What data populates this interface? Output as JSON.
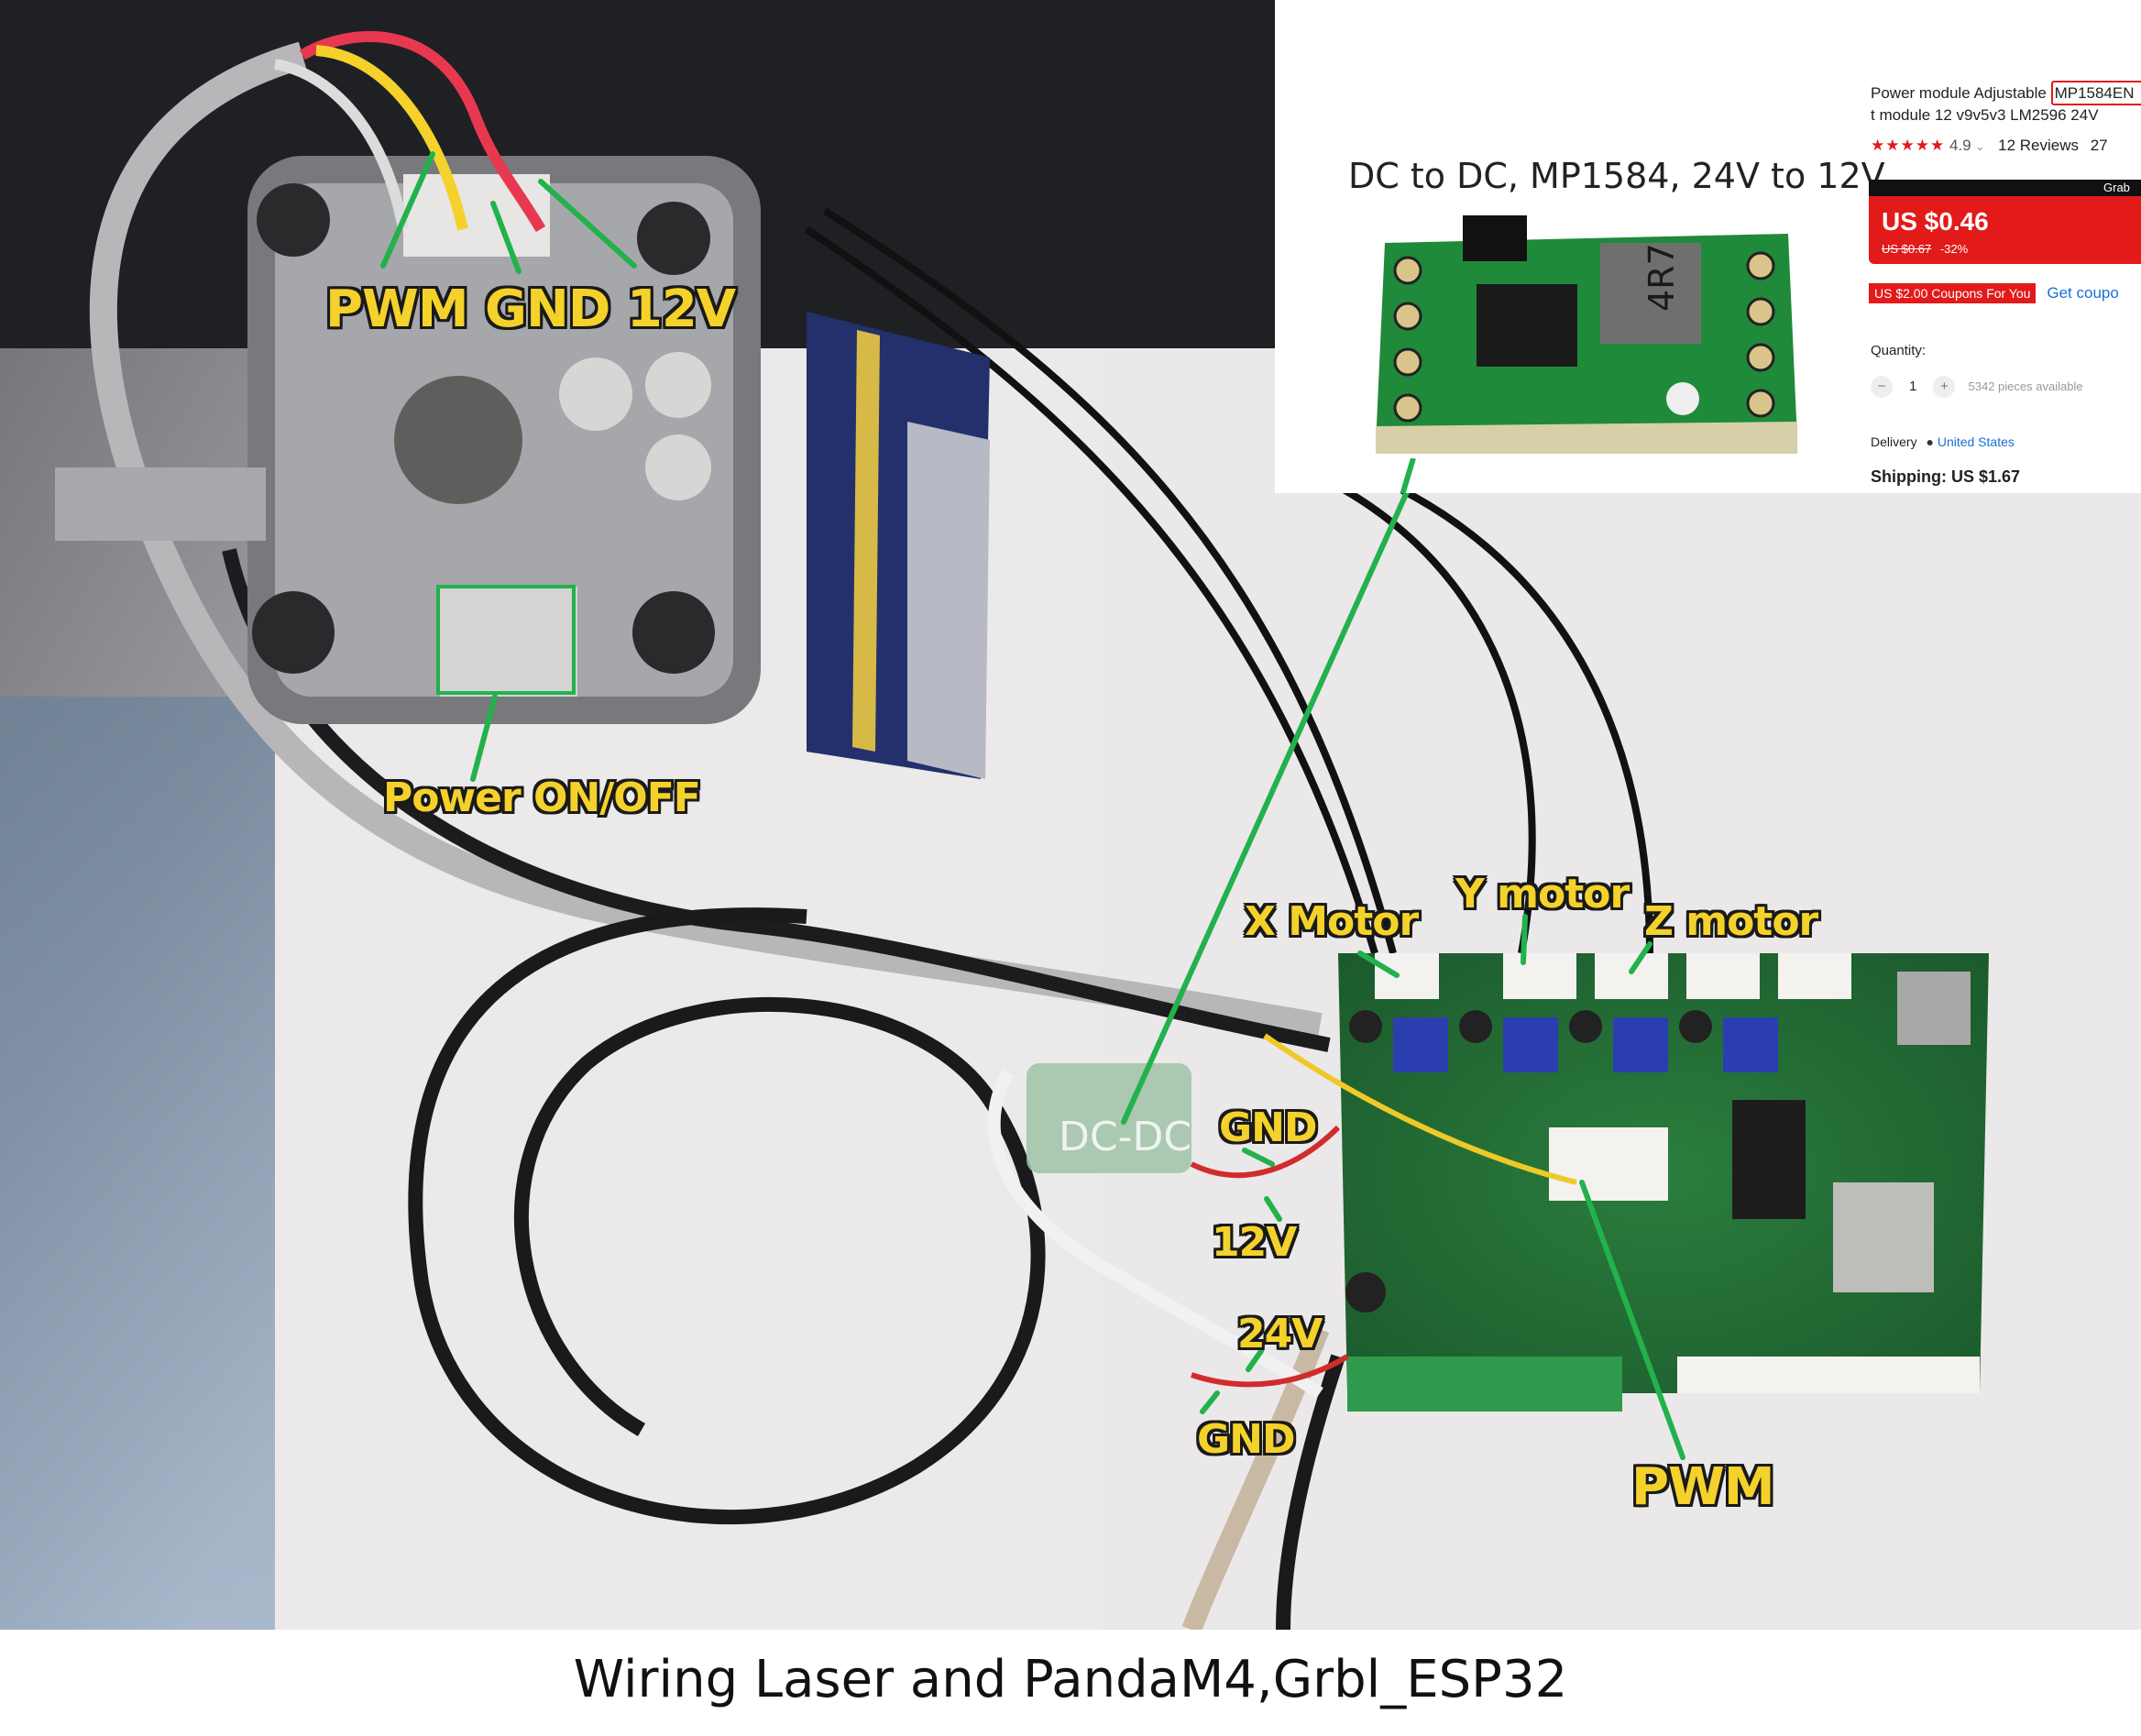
{
  "callouts": {
    "pwm_gnd_12v": "PWM GND 12V",
    "power_onoff": "Power ON/OFF",
    "x_motor": "X Motor",
    "y_motor": "Y motor",
    "z_motor": "Z motor",
    "dc_dc": "DC-DC",
    "gnd_upper": "GND",
    "v12": "12V",
    "v24": "24V",
    "gnd_lower": "GND",
    "pwm": "PWM"
  },
  "inset": {
    "title": "DC to DC, MP1584, 24V to 12V",
    "chip_marking": "4R7",
    "product": {
      "name_line1_prefix": "Power module Adjustable ",
      "name_line1_highlight": "MP1584EN",
      "name_line2": "t module 12 v9v5v3 LM2596 24V",
      "rating": "4.9",
      "reviews": "12 Reviews",
      "reviews_extra": "27",
      "grab_label": "Grab",
      "price": "US $0.46",
      "old_price": "US $0.67",
      "discount": "-32%",
      "coupon": "US $2.00 Coupons For You",
      "get_coupon": "Get coupo",
      "quantity_label": "Quantity:",
      "quantity_value": "1",
      "minus": "−",
      "plus": "+",
      "availability": "5342 pieces available",
      "delivery_label": "Delivery",
      "delivery_country": "United States",
      "shipping": "Shipping: US $1.67"
    }
  },
  "caption": "Wiring Laser and PandaM4,Grbl_ESP32",
  "colors": {
    "callout": "#f4d22b",
    "pointer": "#22b24c",
    "price_red": "#e21a1a"
  }
}
